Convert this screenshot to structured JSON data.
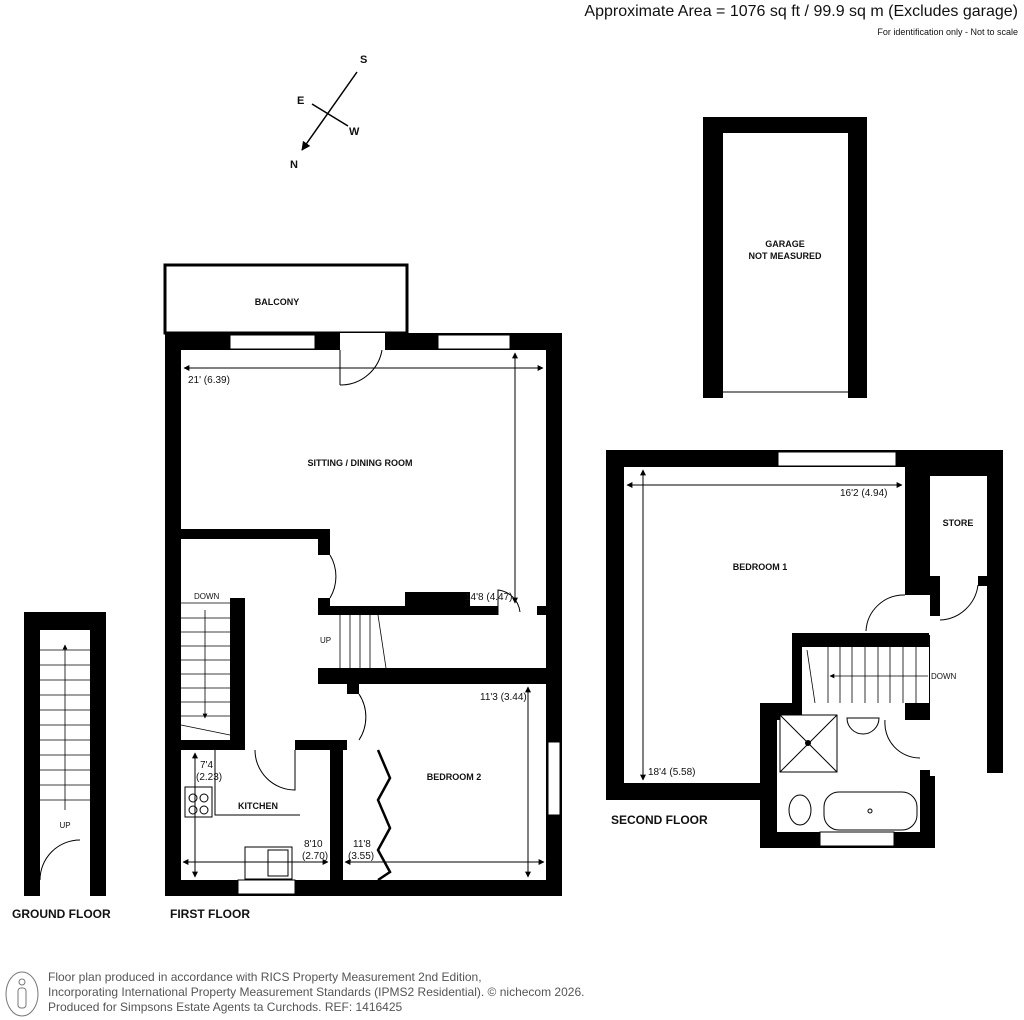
{
  "header": {
    "area": "Approximate Area = 1076 sq ft / 99.9 sq m (Excludes garage)",
    "note": "For identification only - Not to scale"
  },
  "compass": {
    "s": "S",
    "e": "E",
    "w": "W",
    "n": "N"
  },
  "garage": {
    "line1": "GARAGE",
    "line2": "NOT MEASURED"
  },
  "first_floor": {
    "title": "FIRST FLOOR",
    "balcony": "BALCONY",
    "sitting": "SITTING / DINING ROOM",
    "sitting_w": "21' (6.39)",
    "sitting_h": "14'8 (4.47)",
    "down": "DOWN",
    "up": "UP",
    "kitchen": "KITCHEN",
    "kitchen_h1": "7'4",
    "kitchen_h2": "(2.23)",
    "kitchen_w1": "8'10",
    "kitchen_w2": "(2.70)",
    "bedroom2": "BEDROOM 2",
    "bed2_h": "11'3 (3.44)",
    "bed2_w1": "11'8",
    "bed2_w2": "(3.55)"
  },
  "ground_floor": {
    "title": "GROUND FLOOR",
    "up": "UP"
  },
  "second_floor": {
    "title": "SECOND FLOOR",
    "bedroom1": "BEDROOM 1",
    "bed1_w": "16'2 (4.94)",
    "bed1_h": "18'4 (5.58)",
    "store": "STORE",
    "down": "DOWN"
  },
  "footer": {
    "line1": "Floor plan produced in accordance with RICS Property Measurement 2nd Edition,",
    "line2": "Incorporating International Property Measurement Standards (IPMS2 Residential).   © nichecom 2026.",
    "line3": "Produced for Simpsons Estate Agents ta Curchods.   REF: 1416425"
  }
}
